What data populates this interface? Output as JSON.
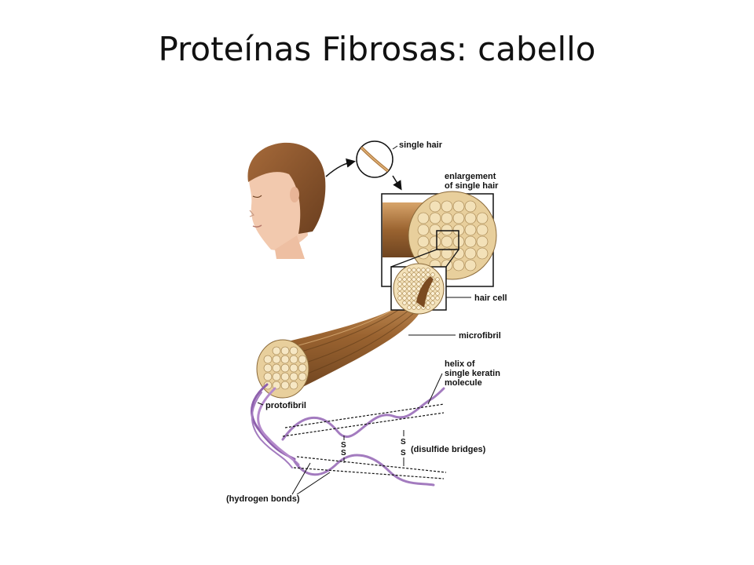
{
  "slide": {
    "title": "Proteínas Fibrosas: cabello"
  },
  "diagram": {
    "labels": {
      "single_hair": "single hair",
      "enlargement_line1": "enlargement",
      "enlargement_line2": "of single hair",
      "hair_cell": "hair cell",
      "microfibril": "microfibril",
      "helix_line1": "helix of",
      "helix_line2": "single keratin",
      "helix_line3": "molecule",
      "protofibril": "protofibril",
      "disulfide": "(disulfide bridges)",
      "hydrogen": "(hydrogen bonds)",
      "s_symbol": "S"
    },
    "colors": {
      "hair_brown": "#8b5a2b",
      "hair_light": "#c8915a",
      "cell_fill": "#f3e1b8",
      "keratin_purple": "#a37bbf",
      "skin": "#f2c9ae"
    }
  }
}
